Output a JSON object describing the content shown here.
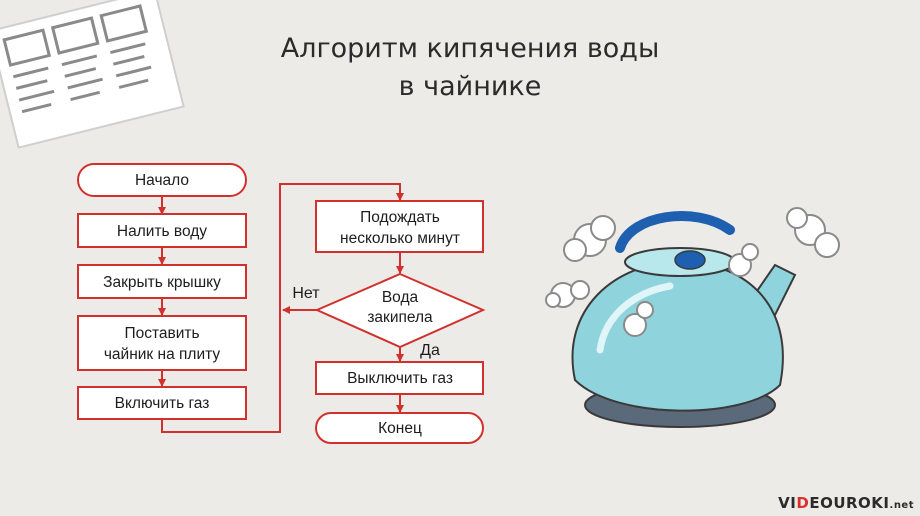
{
  "title": {
    "line1": "Алгоритм кипячения воды",
    "line2": "в чайнике"
  },
  "flowchart": {
    "start": "Начало",
    "steps": [
      "Налить воду",
      "Закрыть крышку"
    ],
    "step_place": [
      "Поставить",
      "чайник на плиту"
    ],
    "step_gas_on": "Включить газ",
    "step_wait": [
      "Подождать",
      "несколько минут"
    ],
    "decision": [
      "Вода",
      "закипела"
    ],
    "decision_no": "Нет",
    "decision_yes": "Да",
    "step_gas_off": "Выключить газ",
    "end": "Конец"
  },
  "colors": {
    "flow_stroke": "#d2302c",
    "box_fill": "#ffffff",
    "background": "#edebe8",
    "kettle_body": "#8fd4dc",
    "kettle_accent": "#1e5fb0"
  },
  "icons": {
    "document": "document-icon",
    "kettle": "steaming-kettle-illustration"
  },
  "watermark": {
    "pre": "VI",
    "accent": "D",
    "post": "EOUROKI",
    "suffix": ".net"
  }
}
